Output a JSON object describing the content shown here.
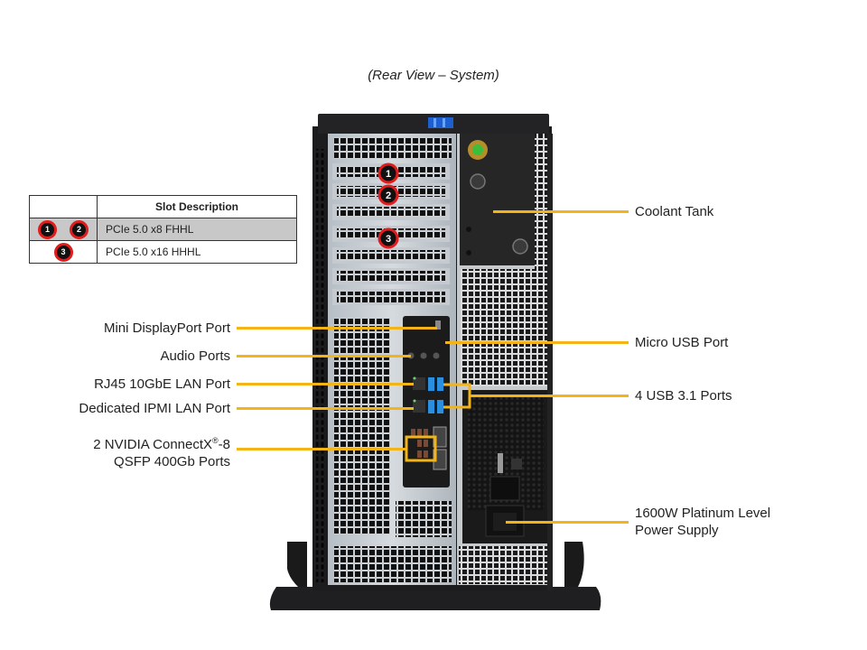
{
  "title": "(Rear View – System)",
  "slot_table": {
    "header": "Slot Description",
    "rows": [
      {
        "badges": [
          "1",
          "2"
        ],
        "description": "PCIe 5.0 x8 FHHL",
        "shaded": true
      },
      {
        "badges": [
          "3"
        ],
        "description": "PCIe 5.0 x16 HHHL",
        "shaded": false
      }
    ]
  },
  "slot_badges": [
    "1",
    "2",
    "3"
  ],
  "labels_left": {
    "mini_displayport": "Mini DisplayPort Port",
    "audio": "Audio Ports",
    "rj45": "RJ45 10GbE LAN Port",
    "ipmi": "Dedicated IPMI LAN Port",
    "qsfp_line1_pre": "2 NVIDIA ConnectX",
    "qsfp_line1_sup": "®",
    "qsfp_line1_post": "-8",
    "qsfp_line2": "QSFP 400Gb Ports"
  },
  "labels_right": {
    "coolant": "Coolant Tank",
    "micro_usb": "Micro USB Port",
    "usb": "4 USB 3.1 Ports",
    "psu_line1": "1600W Platinum Level",
    "psu_line2": "Power Supply"
  },
  "colors": {
    "callout": "#f2b417",
    "badge_ring": "#e01c1c",
    "chassis": "#1c1c1e",
    "usb_blue": "#2b8fe0"
  }
}
